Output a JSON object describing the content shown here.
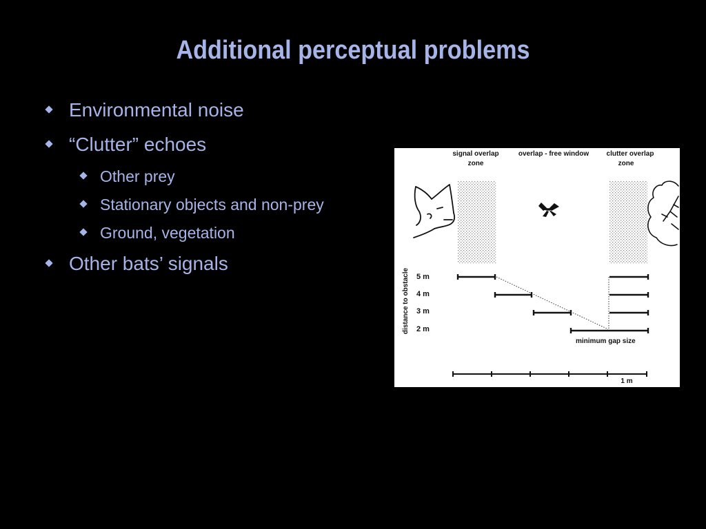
{
  "slide": {
    "title": "Additional perceptual problems",
    "bullets": [
      {
        "level": 1,
        "text": "Environmental noise"
      },
      {
        "level": 1,
        "text": "“Clutter” echoes"
      },
      {
        "level": 2,
        "text": "Other prey"
      },
      {
        "level": 2,
        "text": "Stationary objects and non-prey"
      },
      {
        "level": 2,
        "text": "Ground, vegetation"
      },
      {
        "level": 1,
        "text": "Other bats’ signals"
      }
    ]
  },
  "figure": {
    "zones": {
      "signal_1": "signal overlap",
      "signal_2": "zone",
      "window": "overlap - free window",
      "clutter_1": "clutter overlap",
      "clutter_2": "zone"
    },
    "ylabel": "distance to obstacle",
    "distances": [
      "5 m",
      "4 m",
      "3 m",
      "2 m"
    ],
    "gap_label": "minimum gap size",
    "scale_label": "1 m"
  },
  "colors": {
    "background": "#000000",
    "text": "#a6b4e8",
    "figure_bg": "#ffffff"
  },
  "icons": [
    "bullet-diamond-icon",
    "bat-icon",
    "moth-icon",
    "tree-icon"
  ]
}
